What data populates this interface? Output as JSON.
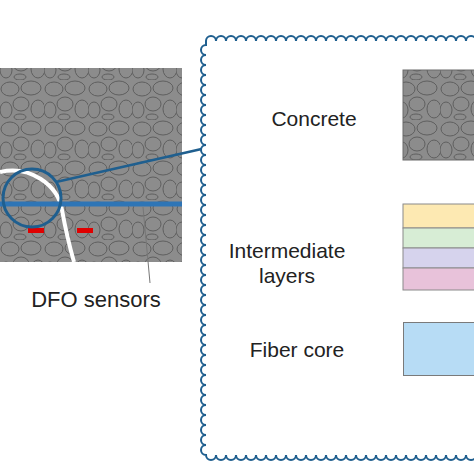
{
  "diagram": {
    "labels": [
      "DFO sensors"
    ],
    "legend": [
      {
        "text": "Concrete"
      },
      {
        "text": "Intermediate layers"
      },
      {
        "text": "Fiber core",
        "color": "#b7dcf5"
      }
    ]
  }
}
